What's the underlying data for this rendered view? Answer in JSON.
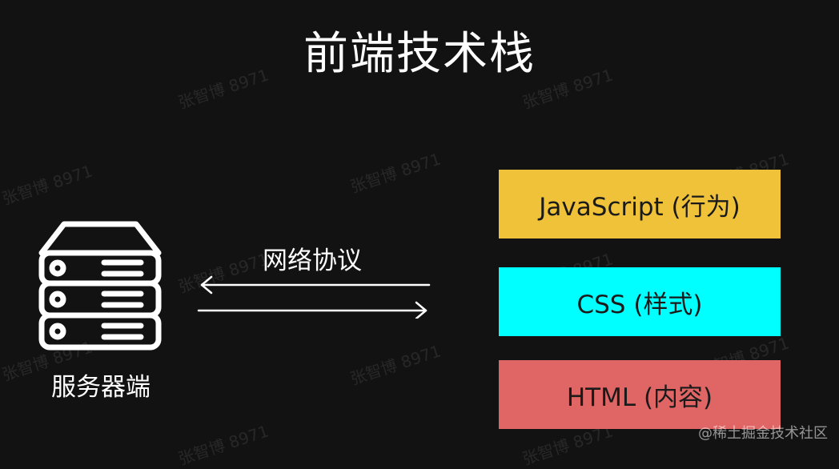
{
  "title": "前端技术栈",
  "server": {
    "label": "服务器端",
    "icon": "server-icon"
  },
  "protocol": {
    "label": "网络协议"
  },
  "layers": [
    {
      "label": "JavaScript (行为)",
      "color": "#f0c239"
    },
    {
      "label": "CSS (样式)",
      "color": "#00ffff"
    },
    {
      "label": "HTML (内容)",
      "color": "#e06666"
    }
  ],
  "watermarks": {
    "repeated": "张智博 8971",
    "footer": "@稀土掘金技术社区"
  }
}
